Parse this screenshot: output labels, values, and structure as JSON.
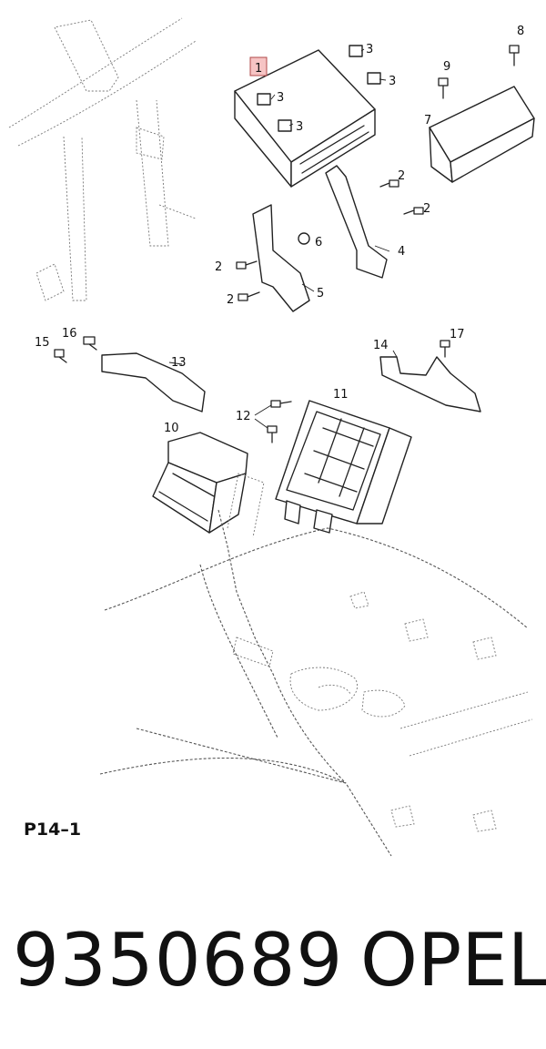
{
  "diagram": {
    "highlighted_callout": "1",
    "callouts": {
      "c1": "1",
      "c2a": "2",
      "c2b": "2",
      "c2c": "2",
      "c2d": "2",
      "c3a": "3",
      "c3b": "3",
      "c3c": "3",
      "c3d": "3",
      "c4": "4",
      "c5": "5",
      "c6": "6",
      "c7": "7",
      "c8": "8",
      "c9": "9",
      "c10": "10",
      "c11": "11",
      "c12": "12",
      "c13": "13",
      "c14": "14",
      "c15": "15",
      "c16": "16",
      "c17": "17"
    },
    "reference_code": "P14–1"
  },
  "footer": {
    "part_number": "9350689",
    "brand": "OPEL"
  },
  "colors": {
    "highlight_fill": "#f6c4c4",
    "highlight_stroke": "#b04848",
    "line": "#222222"
  }
}
